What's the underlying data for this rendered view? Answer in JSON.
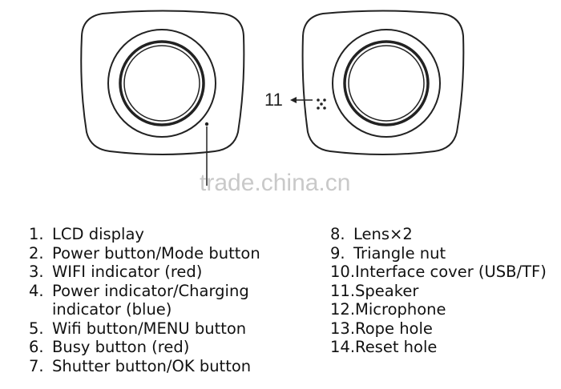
{
  "watermark": "trade.china.cn",
  "callout_label": "11",
  "legend_left": [
    {
      "num": "1.",
      "text": "LCD display"
    },
    {
      "num": "2.",
      "text": "Power button/Mode button"
    },
    {
      "num": "3.",
      "text": "WIFI indicator (red)"
    },
    {
      "num": "4.",
      "text": "Power indicator/Charging",
      "cont": "indicator (blue)"
    },
    {
      "num": "5.",
      "text": "Wifi button/MENU button"
    },
    {
      "num": "6.",
      "text": "Busy button (red)"
    },
    {
      "num": "7.",
      "text": "Shutter button/OK button"
    }
  ],
  "legend_right": [
    {
      "num": "8.",
      "text": "Lens×2"
    },
    {
      "num": "9.",
      "text": "Triangle nut"
    },
    {
      "num": "10.",
      "text": "Interface cover (USB/TF)"
    },
    {
      "num": "11.",
      "text": "Speaker"
    },
    {
      "num": "12.",
      "text": "Microphone"
    },
    {
      "num": "13.",
      "text": "Rope hole"
    },
    {
      "num": "14.",
      "text": "Reset hole"
    }
  ]
}
